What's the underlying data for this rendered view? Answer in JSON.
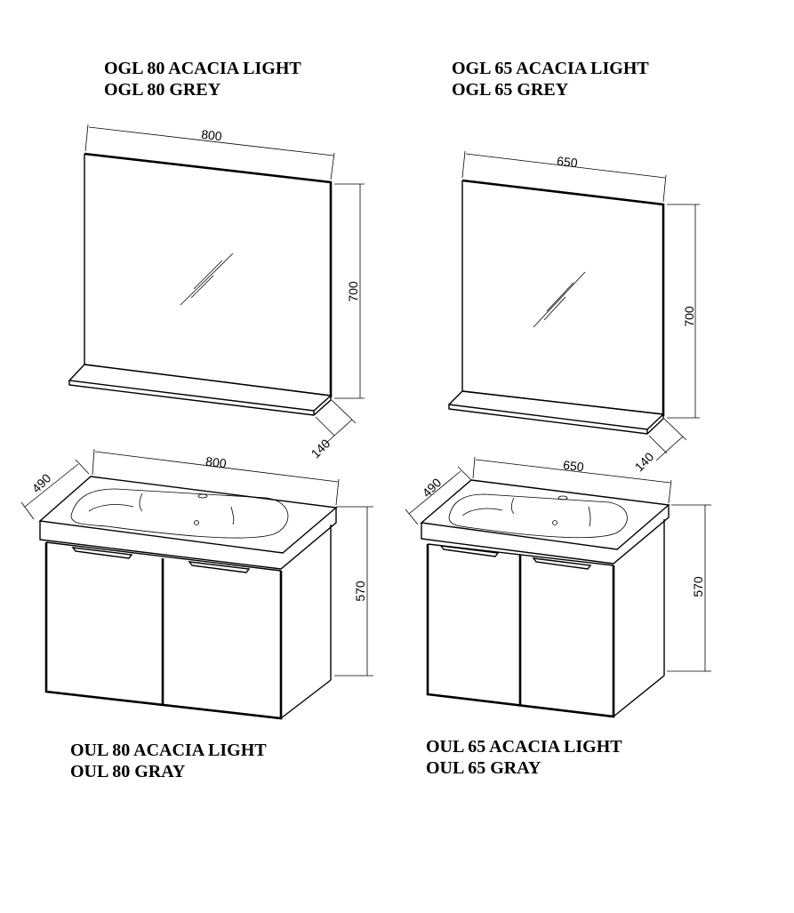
{
  "top_left": {
    "line1": "OGL 80 ACACIA LIGHT",
    "line2": "OGL 80 GREY",
    "width": "800",
    "height": "700",
    "depth": "140"
  },
  "top_right": {
    "line1": "OGL 65 ACACIA LIGHT",
    "line2": "OGL 65 GREY",
    "width": "650",
    "height": "700",
    "depth": "140"
  },
  "bottom_left": {
    "line1": "OUL 80 ACACIA LIGHT",
    "line2": "OUL 80 GRAY",
    "width": "800",
    "depth": "490",
    "height": "570"
  },
  "bottom_right": {
    "line1": "OUL 65 ACACIA LIGHT",
    "line2": "OUL 65 GRAY",
    "width": "650",
    "depth": "490",
    "height": "570"
  }
}
